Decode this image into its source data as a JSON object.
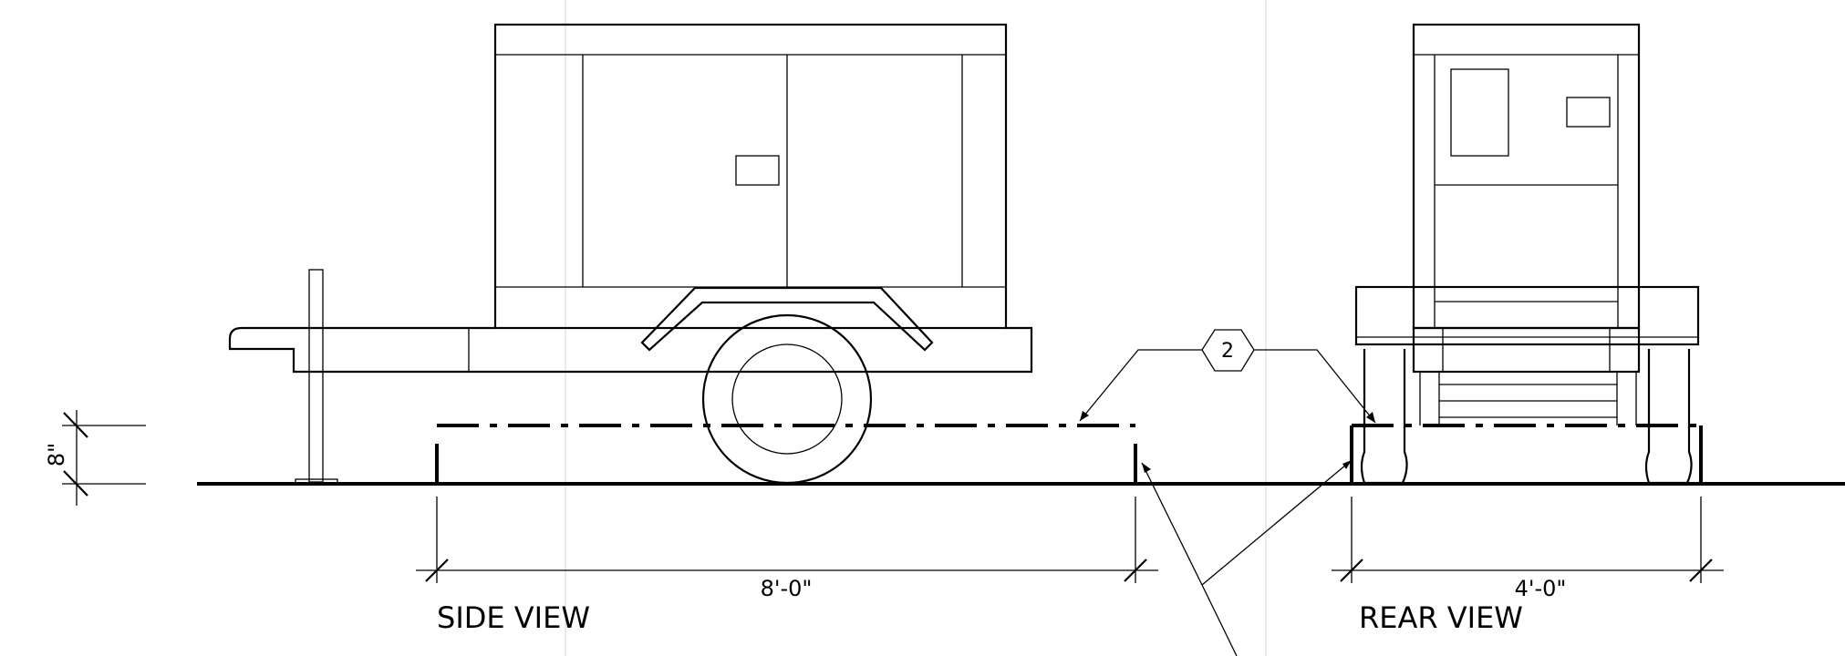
{
  "views": {
    "side": {
      "title": "SIDE VIEW",
      "dimension": "8'-0\""
    },
    "rear": {
      "title": "REAR VIEW",
      "dimension": "4'-0\""
    }
  },
  "height_dimension": "8\"",
  "keynote": "2"
}
